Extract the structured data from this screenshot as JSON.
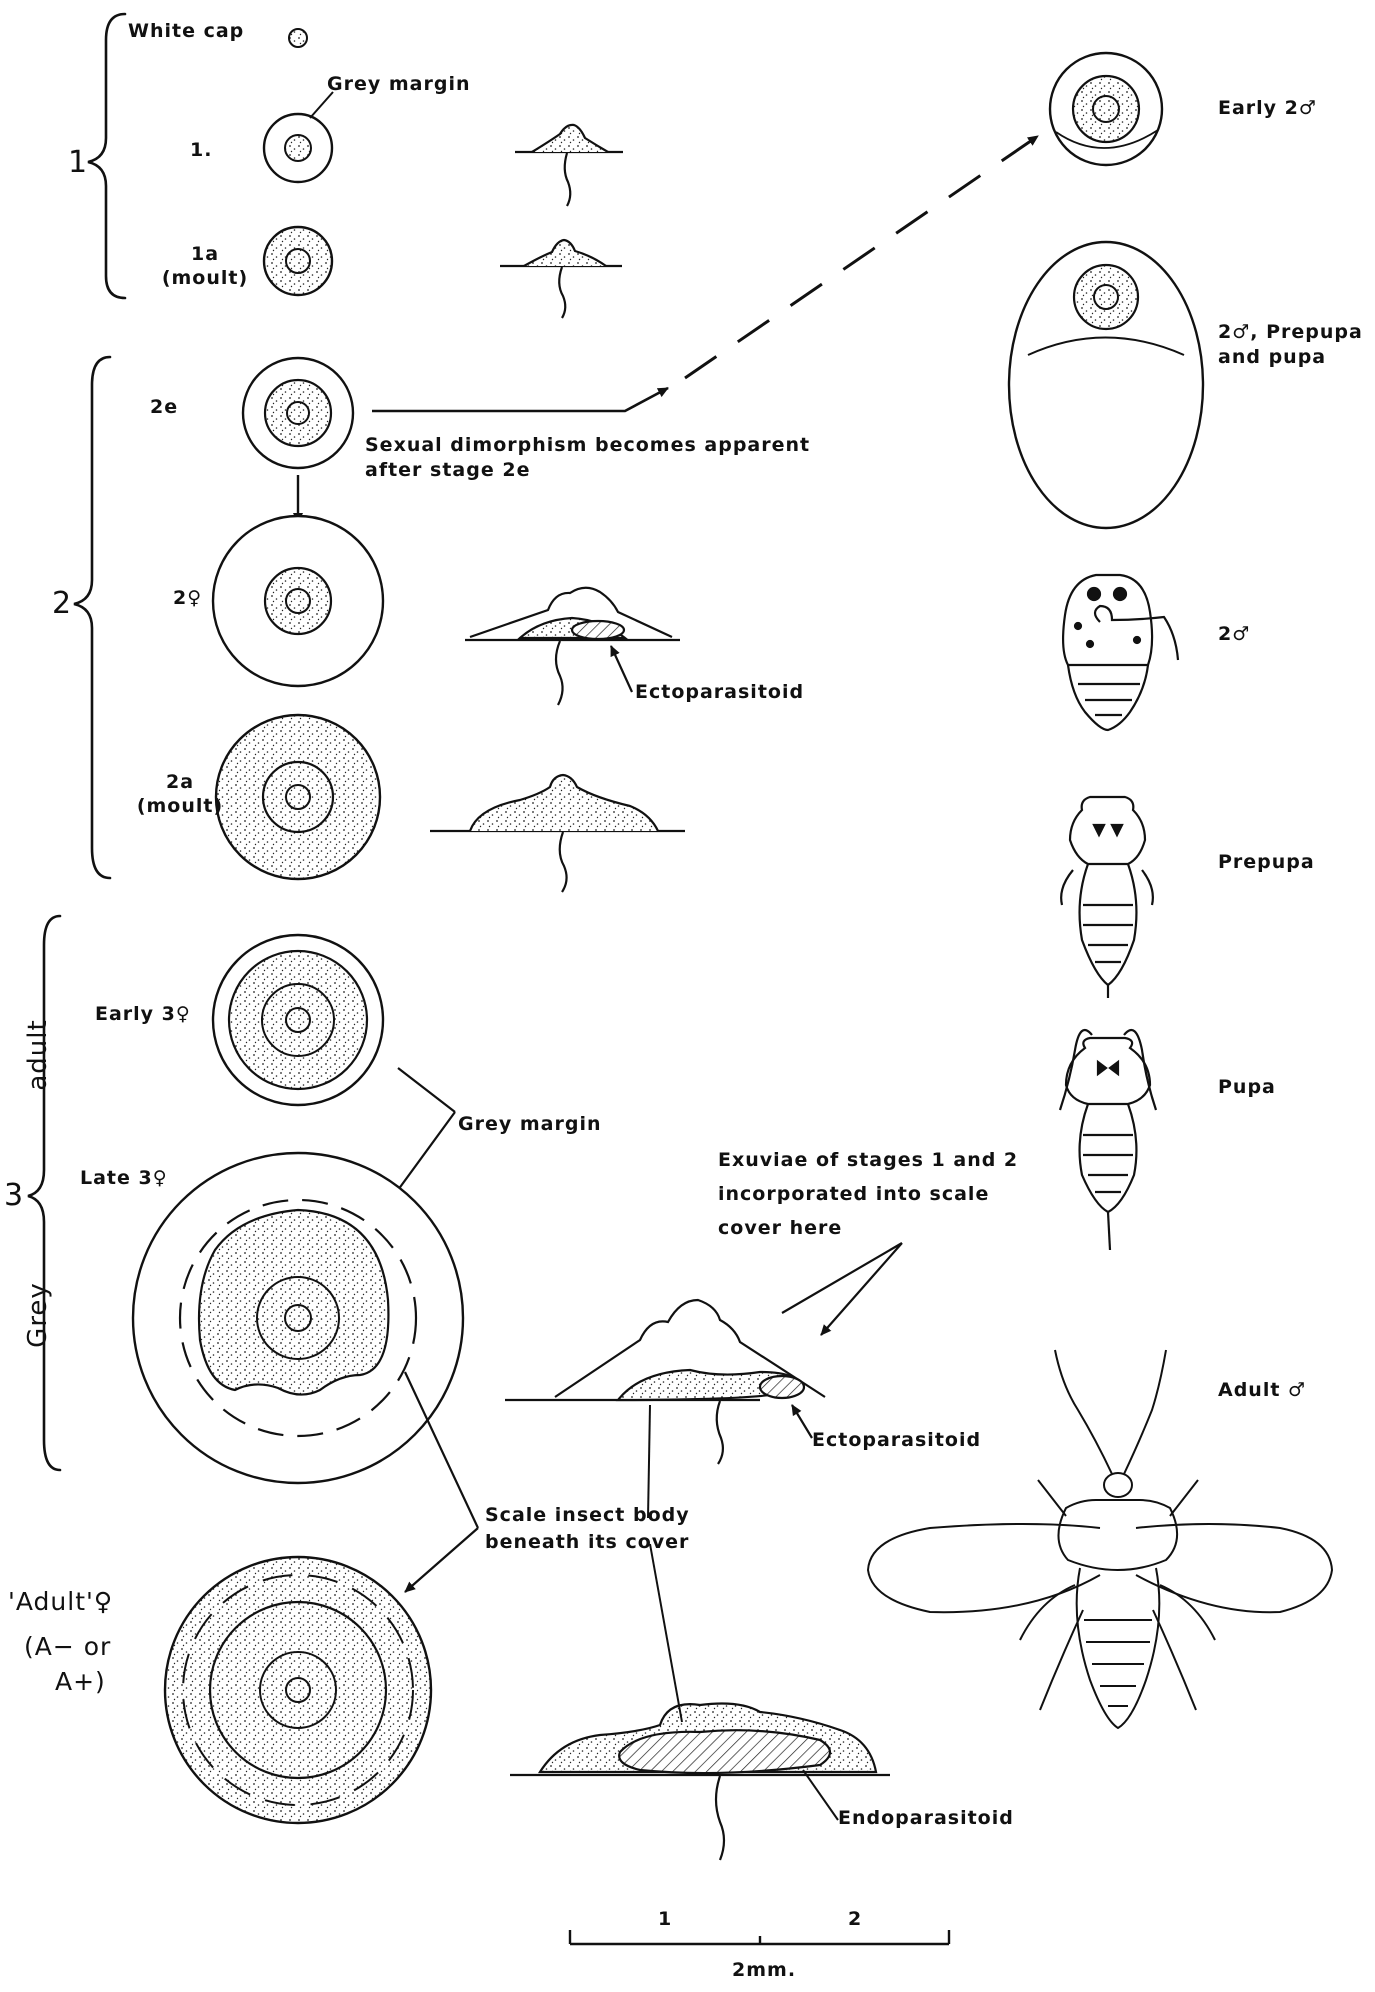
{
  "stage_groups": {
    "s1": "1",
    "s2": "2",
    "s3": "3",
    "adult_vertical": "adult",
    "grey_vertical": "Grey"
  },
  "labels": {
    "white_cap": "White cap",
    "grey_margin_top": "Grey margin",
    "stage_1": "1.",
    "stage_1a": "1a",
    "moult_1a": "(moult)",
    "stage_2e": "2e",
    "dimorphism_line1": "Sexual dimorphism becomes apparent",
    "dimorphism_line2": "after stage 2e",
    "stage_2f": "2♀",
    "ectoparasitoid_1": "Ectoparasitoid",
    "stage_2a": "2a",
    "moult_2a": "(moult)",
    "early_3f": "Early 3♀",
    "late_3f": "Late 3♀",
    "grey_margin_mid": "Grey margin",
    "exuviae_line1": "Exuviae of stages 1 and 2",
    "exuviae_line2": "incorporated into scale",
    "exuviae_line3": "cover here",
    "ectoparasitoid_2": "Ectoparasitoid",
    "scale_body_line1": "Scale insect body",
    "scale_body_line2": "beneath its cover",
    "adult_female": "'Adult'♀",
    "adult_female_sub1": "(A− or",
    "adult_female_sub2": "A+)",
    "endoparasitoid": "Endoparasitoid",
    "early_2m": "Early 2♂",
    "prepupa_pupa_line1": "2♂, Prepupa",
    "prepupa_pupa_line2": "and pupa",
    "male_2": "2♂",
    "prepupa": "Prepupa",
    "pupa": "Pupa",
    "adult_male": "Adult ♂"
  },
  "scale_bar": {
    "tick_1": "1",
    "tick_2": "2",
    "unit": "2mm."
  }
}
